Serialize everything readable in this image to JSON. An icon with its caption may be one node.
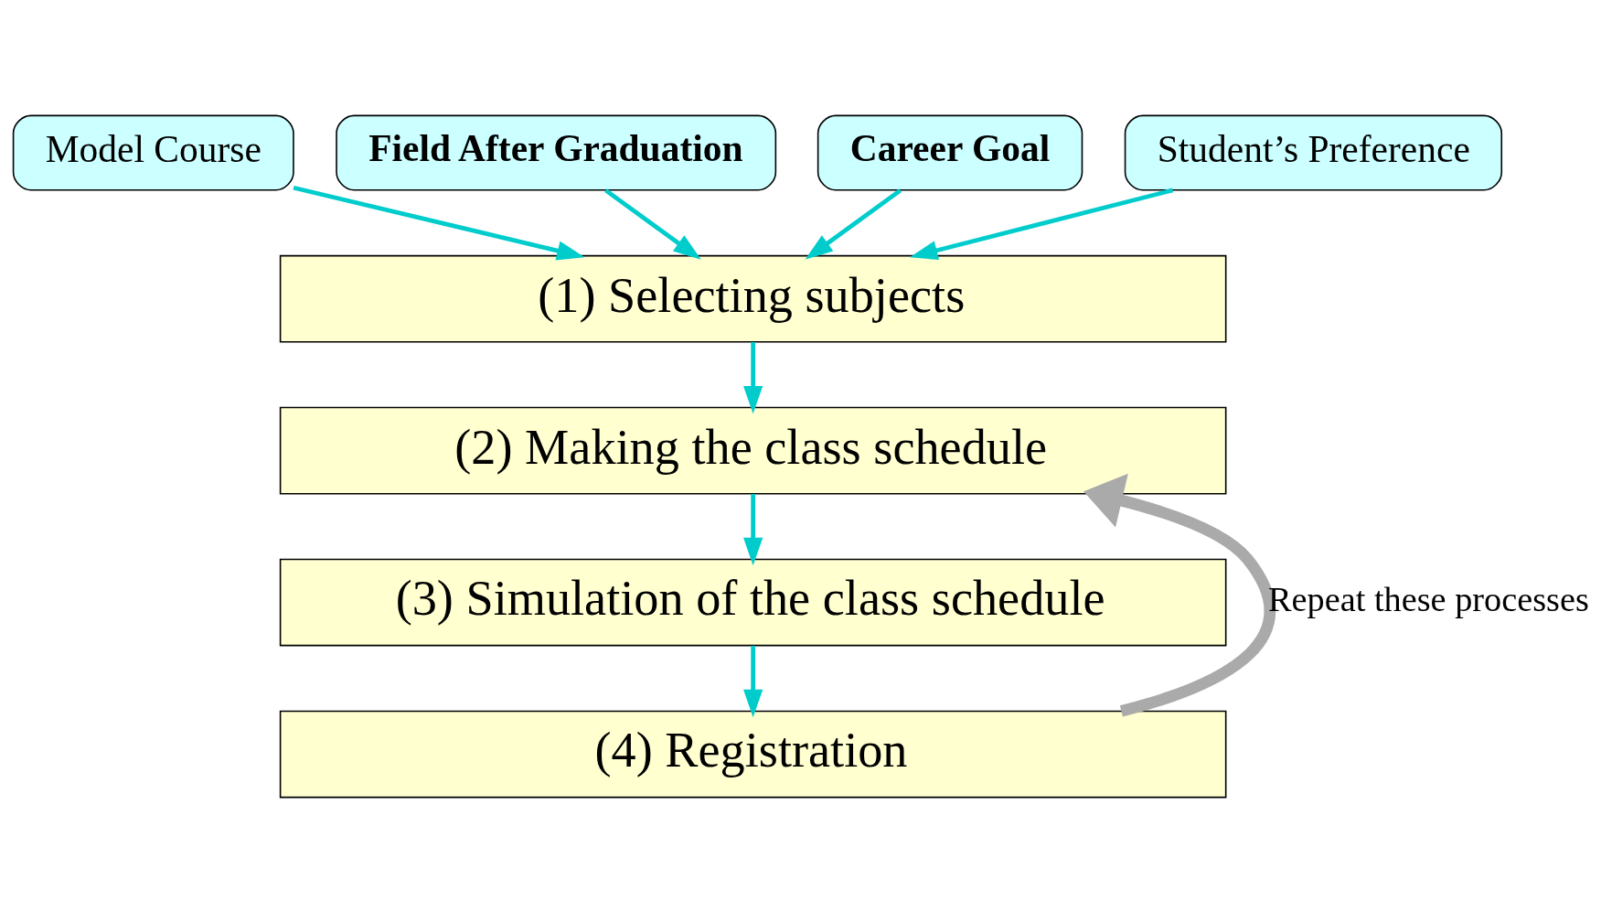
{
  "diagram": {
    "nodes": [
      {
        "text": [
          "Model Course"
        ]
      },
      {
        "text": [
          "Field After Graduation"
        ]
      },
      {
        "text": [
          "Career Goal"
        ]
      },
      {
        "text": [
          "Student’s Preference"
        ]
      },
      {
        "text": [
          "(1) Selecting subjects"
        ]
      },
      {
        "text": [
          "(2) Making the class schedule"
        ]
      },
      {
        "text": [
          "(3) Simulation of the class schedule"
        ]
      },
      {
        "text": [
          "(4) Registration"
        ]
      }
    ],
    "edges": [
      {
        "from": 0,
        "to": 4,
        "arrow": "to"
      },
      {
        "from": 1,
        "to": 4,
        "arrow": "to"
      },
      {
        "from": 2,
        "to": 4,
        "arrow": "to"
      },
      {
        "from": 3,
        "to": 4,
        "arrow": "to"
      },
      {
        "from": 4,
        "to": 5,
        "arrow": "to"
      },
      {
        "from": 5,
        "to": 6,
        "arrow": "to"
      },
      {
        "from": 6,
        "to": 7,
        "arrow": "to"
      },
      {
        "from": 7,
        "to": 5,
        "arrow": "to",
        "label": "Repeat these processes",
        "style": "thick",
        "color": "#aaaaaa"
      }
    ]
  }
}
